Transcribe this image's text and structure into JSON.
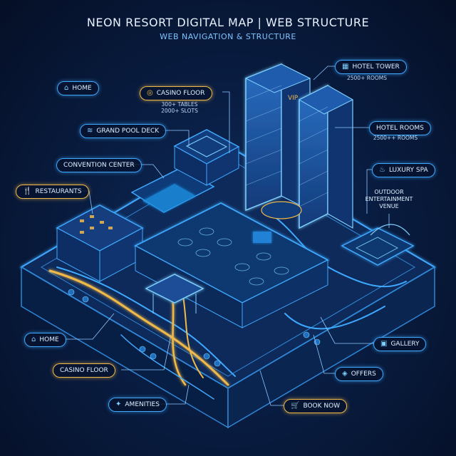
{
  "header": {
    "title": "NEON RESORT DIGITAL MAP | WEB STRUCTURE",
    "subtitle": "WEB NAVIGATION & STRUCTURE"
  },
  "labels": {
    "home_top": {
      "text": "HOME",
      "icon": "home-icon"
    },
    "casino_top": {
      "text": "CASINO FLOOR",
      "icon": "casino-chip-icon",
      "notes": [
        "300+ TABLES",
        "2000+ SLOTS"
      ]
    },
    "pool": {
      "text": "GRAND POOL DECK",
      "icon": "pool-icon"
    },
    "convention": {
      "text": "CONVENTION CENTER"
    },
    "restaurants": {
      "text": "RESTAURANTS",
      "icon": "fork-knife-icon"
    },
    "hotel_tower": {
      "text": "HOTEL TOWER",
      "icon": "building-icon",
      "note": "2500+ ROOMS"
    },
    "hotel_rooms": {
      "text": "HOTEL ROOMS",
      "note": "2500++ ROOMS"
    },
    "spa": {
      "text": "LUXURY SPA",
      "icon": "spa-icon"
    },
    "outdoor": {
      "lines": [
        "OUTDOOR",
        "ENTERTAINMENT",
        "VENUE"
      ]
    },
    "home_bottom": {
      "text": "HOME",
      "icon": "home-icon"
    },
    "casino_bottom": {
      "text": "CASINO FLOOR"
    },
    "amenities": {
      "text": "AMENITIES",
      "icon": "amenities-icon"
    },
    "gallery": {
      "text": "GALLERY",
      "icon": "image-icon"
    },
    "offers": {
      "text": "OFFERS",
      "icon": "tag-icon"
    },
    "book_now": {
      "text": "BOOK NOW",
      "icon": "cart-icon"
    }
  },
  "tower_sign": "VIP",
  "colors": {
    "cyan": "#3fa9ff",
    "gold": "#f0b94a",
    "background": "#06132e"
  }
}
